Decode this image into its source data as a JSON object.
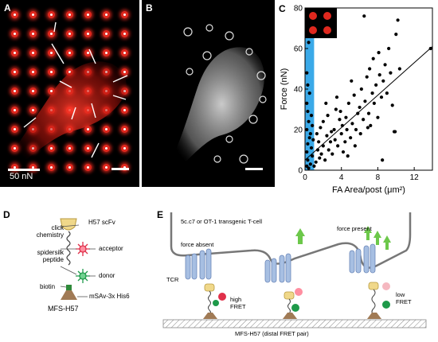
{
  "panel_a": {
    "label": "A",
    "scale_text": "50 nN"
  },
  "panel_b": {
    "label": "B"
  },
  "panel_c": {
    "label": "C"
  },
  "panel_d": {
    "label": "D",
    "labels": [
      "H57 scFv",
      "click chemistry",
      "acceptor",
      "spidersilk peptide",
      "donor",
      "biotin",
      "mSAv-3x His6"
    ],
    "caption": "MFS-H57"
  },
  "panel_e": {
    "label": "E",
    "cell_label": "5c.c7 or OT-1 transgenic T-cell",
    "force_absent": "force absent",
    "force_present": "force present",
    "tcr": "TCR",
    "high_fret": "high FRET",
    "low_fret": "low FRET",
    "substrate": "MFS-H57 (distal FRET pair)"
  },
  "chart_data": {
    "type": "scatter",
    "xlabel": "FA Area/post (μm²)",
    "ylabel": "Force (nN)",
    "xlim": [
      0,
      14
    ],
    "ylim": [
      0,
      80
    ],
    "xticks": [
      0,
      4,
      8,
      12
    ],
    "yticks": [
      0,
      20,
      40,
      60,
      80
    ],
    "trendline": [
      [
        0,
        5
      ],
      [
        14,
        61
      ]
    ],
    "highlight_x": [
      0,
      1
    ],
    "highlight_color": "#3aa9e8",
    "points": [
      [
        0.2,
        2
      ],
      [
        0.3,
        5
      ],
      [
        0.2,
        9
      ],
      [
        0.3,
        13
      ],
      [
        0.5,
        16
      ],
      [
        0.2,
        20
      ],
      [
        0.4,
        24
      ],
      [
        0.3,
        29
      ],
      [
        0.2,
        33
      ],
      [
        0.5,
        38
      ],
      [
        0.3,
        42
      ],
      [
        0.2,
        48
      ],
      [
        0.4,
        63
      ],
      [
        0.6,
        3
      ],
      [
        0.8,
        7
      ],
      [
        0.7,
        11
      ],
      [
        0.9,
        15
      ],
      [
        0.6,
        18
      ],
      [
        0.8,
        22
      ],
      [
        0.7,
        27
      ],
      [
        1.0,
        2
      ],
      [
        0.4,
        1
      ],
      [
        1.2,
        4
      ],
      [
        1.4,
        10
      ],
      [
        1.6,
        6
      ],
      [
        1.5,
        14
      ],
      [
        1.8,
        8
      ],
      [
        2.0,
        12
      ],
      [
        1.3,
        18
      ],
      [
        1.7,
        21
      ],
      [
        2.2,
        5
      ],
      [
        2.4,
        17
      ],
      [
        2.0,
        24
      ],
      [
        2.6,
        10
      ],
      [
        2.8,
        14
      ],
      [
        2.5,
        27
      ],
      [
        3.0,
        8
      ],
      [
        3.2,
        20
      ],
      [
        3.4,
        30
      ],
      [
        2.9,
        19
      ],
      [
        3.6,
        12
      ],
      [
        3.8,
        25
      ],
      [
        3.5,
        36
      ],
      [
        4.0,
        18
      ],
      [
        4.2,
        9
      ],
      [
        4.1,
        22
      ],
      [
        3.9,
        29
      ],
      [
        4.4,
        14
      ],
      [
        4.6,
        20
      ],
      [
        4.8,
        33
      ],
      [
        4.5,
        26
      ],
      [
        5.0,
        16
      ],
      [
        5.2,
        23
      ],
      [
        5.4,
        37
      ],
      [
        5.1,
        44
      ],
      [
        5.6,
        20
      ],
      [
        5.8,
        28
      ],
      [
        5.5,
        12
      ],
      [
        6.0,
        31
      ],
      [
        6.2,
        40
      ],
      [
        6.4,
        25
      ],
      [
        6.1,
        18
      ],
      [
        6.6,
        34
      ],
      [
        6.8,
        46
      ],
      [
        6.5,
        76
      ],
      [
        7.0,
        28
      ],
      [
        7.2,
        22
      ],
      [
        7.4,
        38
      ],
      [
        7.1,
        50
      ],
      [
        7.6,
        33
      ],
      [
        7.8,
        42
      ],
      [
        7.5,
        55
      ],
      [
        8.0,
        26
      ],
      [
        8.2,
        47
      ],
      [
        8.4,
        36
      ],
      [
        8.1,
        58
      ],
      [
        8.6,
        44
      ],
      [
        8.8,
        52
      ],
      [
        8.5,
        5
      ],
      [
        9.0,
        38
      ],
      [
        9.2,
        60
      ],
      [
        9.4,
        48
      ],
      [
        9.6,
        32
      ],
      [
        9.8,
        19
      ],
      [
        10.0,
        67
      ],
      [
        10.2,
        74
      ],
      [
        9.9,
        19
      ],
      [
        10.4,
        50
      ],
      [
        13.8,
        60
      ],
      [
        3.3,
        15
      ],
      [
        2.3,
        33
      ],
      [
        4.7,
        7
      ],
      [
        6.9,
        21
      ]
    ]
  }
}
